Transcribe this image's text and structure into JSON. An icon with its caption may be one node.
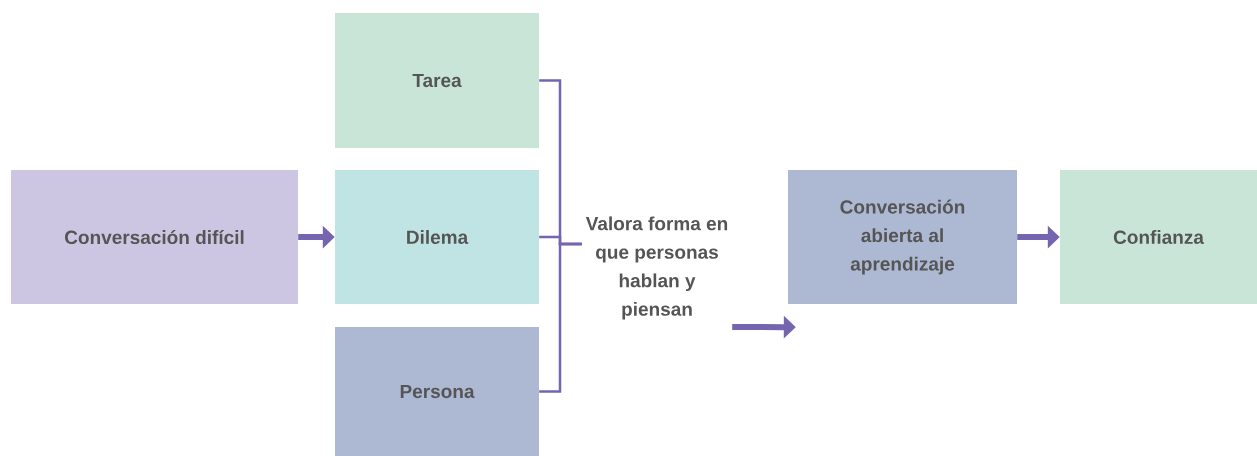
{
  "diagram": {
    "nodes": [
      {
        "text": [
          "Conversación difícil"
        ]
      },
      {
        "text": [
          "Tarea"
        ]
      },
      {
        "text": [
          "Dilema"
        ]
      },
      {
        "text": [
          "Persona"
        ]
      },
      {
        "text": [
          "Valora forma en que personas hablan y piensan"
        ]
      },
      {
        "text": [
          "Conversación abierta al aprendizaje"
        ]
      },
      {
        "text": [
          "Confianza"
        ]
      }
    ],
    "edges": [
      {
        "from": 0,
        "to": 2,
        "arrow": "to",
        "style": "thick"
      },
      {
        "from": 1,
        "to": 4,
        "arrow": "none"
      },
      {
        "from": 2,
        "to": 4,
        "arrow": "none"
      },
      {
        "from": 3,
        "to": 4,
        "arrow": "none"
      },
      {
        "from": 4,
        "to": 5,
        "arrow": "to",
        "style": "thick"
      },
      {
        "from": 5,
        "to": 6,
        "arrow": "to",
        "style": "thick"
      }
    ]
  }
}
